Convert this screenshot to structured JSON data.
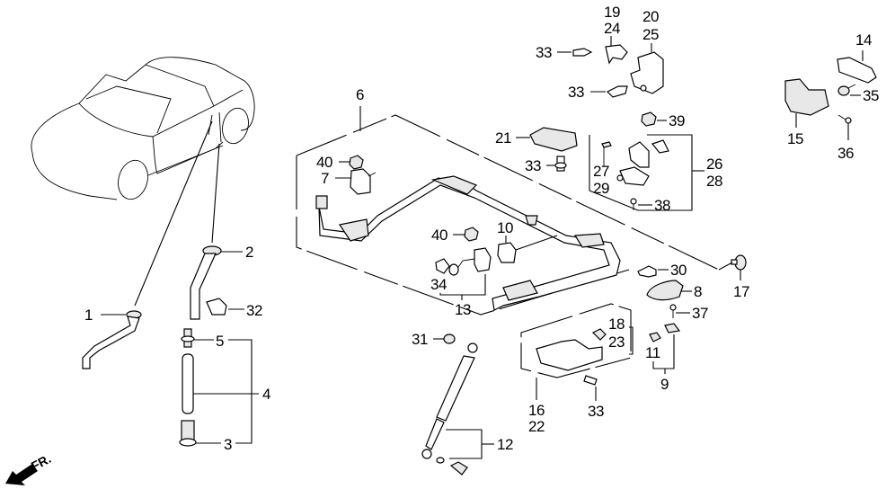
{
  "diagram": {
    "title": "Convertible top / roof frame parts diagram",
    "direction_indicator": "FR.",
    "callouts": {
      "c1": "1",
      "c2": "2",
      "c3": "3",
      "c4": "4",
      "c5": "5",
      "c6": "6",
      "c7": "7",
      "c8": "8",
      "c9": "9",
      "c10": "10",
      "c11": "11",
      "c12": "12",
      "c13": "13",
      "c14": "14",
      "c15": "15",
      "c16": "16",
      "c17": "17",
      "c18": "18",
      "c19": "19",
      "c20": "20",
      "c21": "21",
      "c22": "22",
      "c23": "23",
      "c24": "24",
      "c25": "25",
      "c26": "26",
      "c27": "27",
      "c28": "28",
      "c29": "29",
      "c30": "30",
      "c31": "31",
      "c32": "32",
      "c33a": "33",
      "c33b": "33",
      "c33c": "33",
      "c33d": "33",
      "c34": "34",
      "c35": "35",
      "c36": "36",
      "c37": "37",
      "c38": "38",
      "c39": "39",
      "c40a": "40",
      "c40b": "40"
    },
    "groups": [
      {
        "label": "26 / 28",
        "members": [
          "27",
          "29",
          "38"
        ]
      },
      {
        "label": "16 / 22",
        "members": [
          "18",
          "23"
        ]
      },
      {
        "label": "12",
        "members": [
          "gas strut",
          "washer",
          "bolt"
        ]
      },
      {
        "label": "13",
        "members": [
          "34",
          "40",
          "10"
        ]
      },
      {
        "label": "9",
        "members": [
          "11",
          "37"
        ]
      },
      {
        "label": "4",
        "members": [
          "5",
          "3"
        ]
      }
    ]
  }
}
